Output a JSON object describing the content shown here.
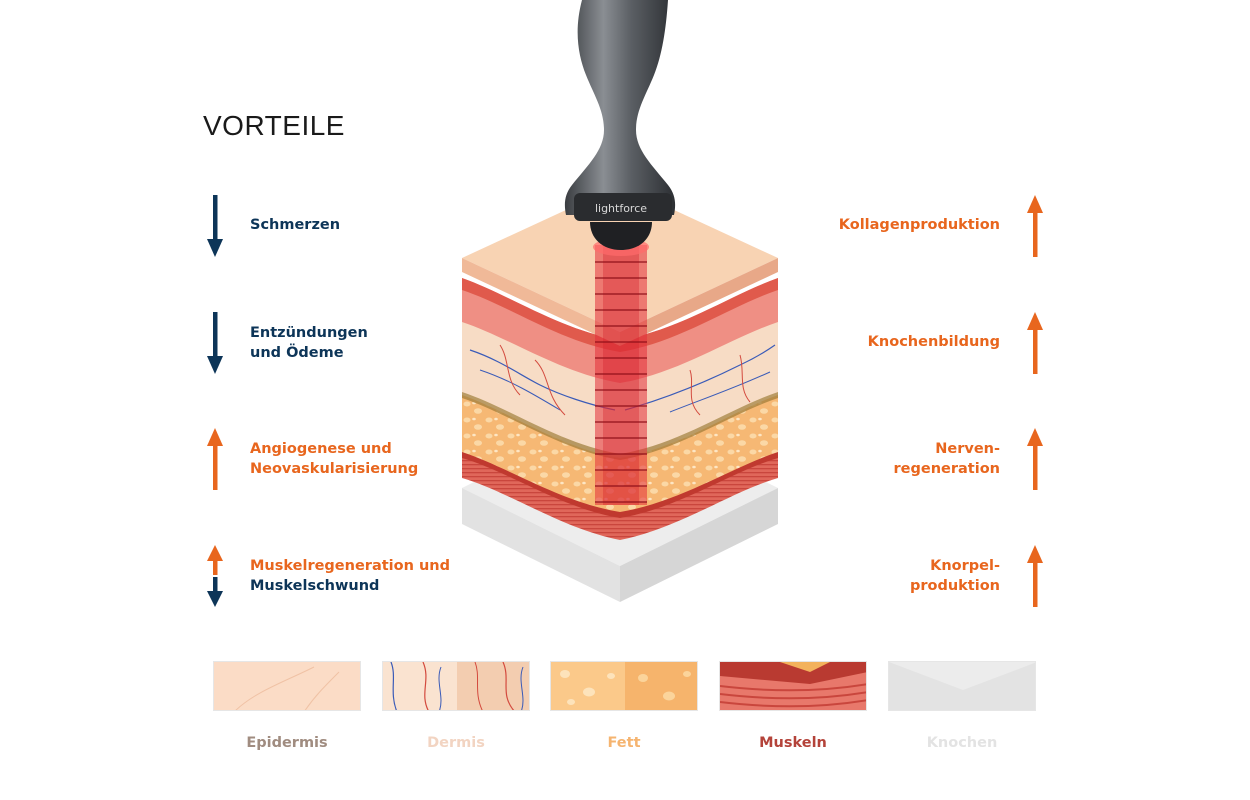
{
  "header": {
    "title": "VORTEILE"
  },
  "benefits_left": [
    {
      "lines": [
        "Schmerzen"
      ],
      "colors": [
        "navy"
      ],
      "arrow": "down"
    },
    {
      "lines": [
        "Entzündungen",
        "und Ödeme"
      ],
      "colors": [
        "navy",
        "navy"
      ],
      "arrow": "down"
    },
    {
      "lines": [
        "Angiogenese und",
        "Neovaskularisierung"
      ],
      "colors": [
        "orange",
        "orange"
      ],
      "arrow": "up"
    },
    {
      "lines": [
        "Muskelregeneration und",
        "Muskelschwund"
      ],
      "colors": [
        "orange",
        "navy"
      ],
      "arrow": "up-down"
    }
  ],
  "benefits_right": [
    {
      "lines": [
        "Kollagenproduktion"
      ],
      "arrow": "up"
    },
    {
      "lines": [
        "Knochenbildung"
      ],
      "arrow": "up"
    },
    {
      "lines": [
        "Nerven-",
        "regeneration"
      ],
      "arrow": "up"
    },
    {
      "lines": [
        "Knorpel-",
        "produktion"
      ],
      "arrow": "up"
    }
  ],
  "device": {
    "brand": "lightforce"
  },
  "layers": [
    {
      "label": "Epidermis",
      "label_color": "#a08c80"
    },
    {
      "label": "Dermis",
      "label_color": "#f2d4c2"
    },
    {
      "label": "Fett",
      "label_color": "#f5b470"
    },
    {
      "label": "Muskeln",
      "label_color": "#b4433a"
    },
    {
      "label": "Knochen",
      "label_color": "#e3e3e3"
    }
  ],
  "colors": {
    "navy": "#0d3558",
    "orange": "#e8661e"
  }
}
